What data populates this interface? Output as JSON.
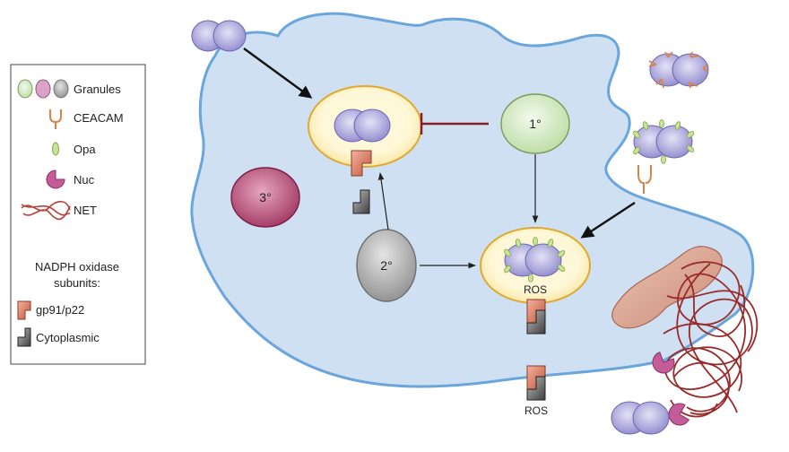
{
  "legend": {
    "granules_label": "Granules",
    "ceacam_label": "CEACAM",
    "opa_label": "Opa",
    "nuc_label": "Nuc",
    "net_label": "NET",
    "nadph_title_line1": "NADPH oxidase",
    "nadph_title_line2": "subunits:",
    "gp91_label": "gp91/p22",
    "cyto_label": "Cytoplasmic"
  },
  "granules": {
    "primary_label": "1°",
    "secondary_label": "2°",
    "tertiary_label": "3°"
  },
  "ros": {
    "phagosome_ros_label": "ROS",
    "extracellular_ros_label": "ROS"
  },
  "colors": {
    "cell_fill": "#cfe0f2",
    "cell_stroke": "#6aa6dc",
    "phagosome_fill": "#fdf3c6",
    "phagosome_stroke": "#e0a92e",
    "bacterium_fill": "#a7a3da",
    "primary_granule": "#cfe6b9",
    "secondary_granule": "#a9a9a9",
    "tertiary_granule": "#b0436a",
    "ceacam": "#d9824a",
    "opa": "#8cbf3f",
    "nuc": "#c45c98",
    "net": "#9a2a2a",
    "gp91": "#d86a4a",
    "cytoplasmic": "#555555",
    "inhibition": "#8c1c24"
  }
}
